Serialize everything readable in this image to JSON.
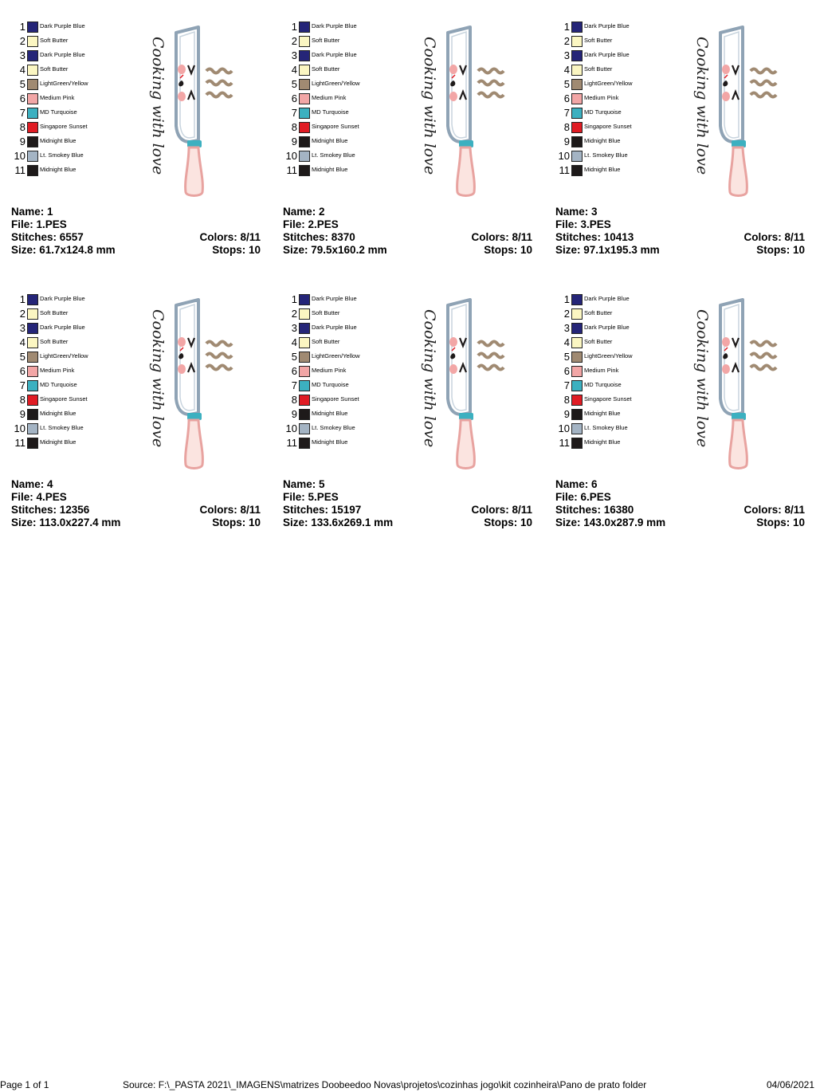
{
  "colors": [
    {
      "num": "1",
      "name": "Dark Purple Blue",
      "hex": "#252578"
    },
    {
      "num": "2",
      "name": "Soft Butter",
      "hex": "#fbf6c2"
    },
    {
      "num": "3",
      "name": "Dark Purple Blue",
      "hex": "#252578"
    },
    {
      "num": "4",
      "name": "Soft Butter",
      "hex": "#fbf6c2"
    },
    {
      "num": "5",
      "name": "LightGreen/Yellow",
      "hex": "#a08a72"
    },
    {
      "num": "6",
      "name": "Medium Pink",
      "hex": "#f2a6a6"
    },
    {
      "num": "7",
      "name": "MD Turquoise",
      "hex": "#3cb0c0"
    },
    {
      "num": "8",
      "name": "Singapore Sunset",
      "hex": "#e01c24"
    },
    {
      "num": "9",
      "name": "Midnight Blue",
      "hex": "#1e1a1a"
    },
    {
      "num": "10",
      "name": "Lt. Smokey Blue",
      "hex": "#a4b4c4"
    },
    {
      "num": "11",
      "name": "Midnight Blue",
      "hex": "#1e1a1a"
    }
  ],
  "designs": [
    {
      "name_line": "Name: 1",
      "file_line": "File: 1.PES",
      "stitches_line": "Stitches: 6557",
      "size_line": "Size: 61.7x124.8 mm",
      "colors_line": "Colors: 8/11",
      "stops_line": "Stops: 10",
      "art_text": "Cooking with love"
    },
    {
      "name_line": "Name: 2",
      "file_line": "File: 2.PES",
      "stitches_line": "Stitches: 8370",
      "size_line": "Size: 79.5x160.2 mm",
      "colors_line": "Colors: 8/11",
      "stops_line": "Stops: 10",
      "art_text": "Cooking with love"
    },
    {
      "name_line": "Name: 3",
      "file_line": "File: 3.PES",
      "stitches_line": "Stitches: 10413",
      "size_line": "Size: 97.1x195.3 mm",
      "colors_line": "Colors: 8/11",
      "stops_line": "Stops: 10",
      "art_text": "Cooking with love"
    },
    {
      "name_line": "Name: 4",
      "file_line": "File: 4.PES",
      "stitches_line": "Stitches: 12356",
      "size_line": "Size: 113.0x227.4 mm",
      "colors_line": "Colors: 8/11",
      "stops_line": "Stops: 10",
      "art_text": "Cooking with love"
    },
    {
      "name_line": "Name: 5",
      "file_line": "File: 5.PES",
      "stitches_line": "Stitches: 15197",
      "size_line": "Size: 133.6x269.1 mm",
      "colors_line": "Colors: 8/11",
      "stops_line": "Stops: 10",
      "art_text": "Cooking with love"
    },
    {
      "name_line": "Name: 6",
      "file_line": "File: 6.PES",
      "stitches_line": "Stitches: 16380",
      "size_line": "Size: 143.0x287.9 mm",
      "colors_line": "Colors: 8/11",
      "stops_line": "Stops: 10",
      "art_text": "Cooking with love"
    }
  ],
  "footer": {
    "page": "Page 1 of 1",
    "source": "Source: F:\\_PASTA 2021\\_IMAGENS\\matrizes Doobeedoo Novas\\projetos\\cozinhas jogo\\kit cozinheira\\Pano de prato folder",
    "date": "04/06/2021"
  }
}
